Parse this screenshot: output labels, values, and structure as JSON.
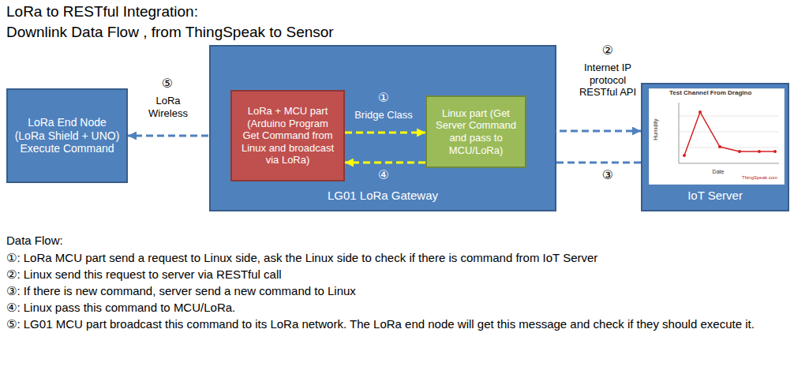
{
  "diagram": {
    "title": "LoRa to RESTful Integration:",
    "nodes": [
      {
        "text": [
          "LoRa End Node (LoRa Shield + UNO) Execute Command"
        ]
      },
      {
        "text": [
          "LG01 LoRa Gateway"
        ]
      },
      {
        "text": [
          "LoRa + MCU part (Arduino Program Get Command from Linux and broadcast via LoRa)"
        ],
        "in": 1
      },
      {
        "text": [
          "Linux part (Get Server Command and pass to MCU/LoRa)"
        ],
        "in": 1
      },
      {
        "text": [
          "IoT Server"
        ]
      }
    ],
    "edges": [
      {
        "from": 2,
        "to": 0,
        "arrow": "to",
        "label": "LoRa Wireless"
      },
      {
        "from": 2,
        "to": 3,
        "arrow": "to",
        "label": "Bridge Class"
      },
      {
        "from": 3,
        "to": 2,
        "arrow": "to"
      },
      {
        "from": 3,
        "to": 4,
        "arrow": "to",
        "label": "Internet IP protocol RESTful API"
      },
      {
        "from": 4,
        "to": 3,
        "arrow": "to"
      }
    ],
    "labels": [
      "Downlink Data Flow , from ThingSpeak to Sensor",
      "⑤",
      "①",
      "④",
      "②",
      "③",
      "Test Channel From Dragino",
      "Humidity",
      "Date",
      "ThingSpeak.com",
      "Data Flow:",
      "①: LoRa MCU part send a request to Linux side, ask the Linux side to check if there is command from IoT Server",
      "②: Linux send this request to server via RESTful call",
      "③: If there is new command, server send a new command to Linux",
      "④: Linux pass this command to MCU/LoRa.",
      "⑤: LG01 MCU part broadcast this command to its LoRa network. The LoRa end node will get this message and check if they should execute it."
    ]
  }
}
